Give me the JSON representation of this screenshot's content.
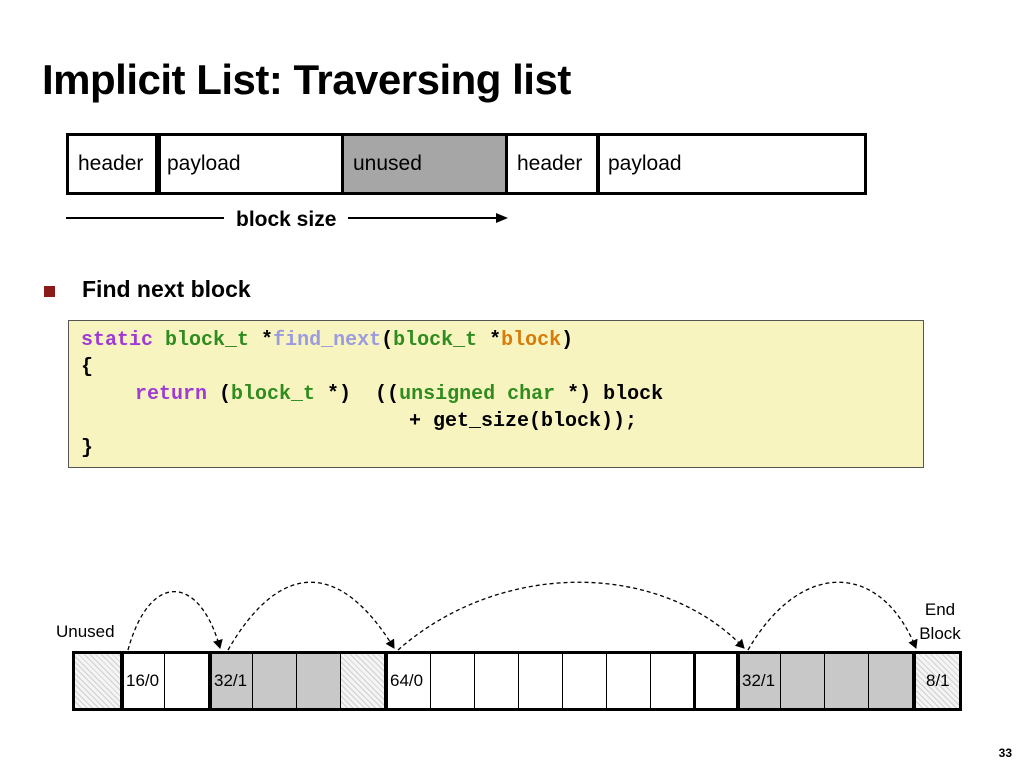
{
  "title": "Implicit List: Traversing list",
  "layout": {
    "header1": "header",
    "payload1": "payload",
    "unused": "unused",
    "header2": "header",
    "payload2": "payload",
    "block_size": "block size"
  },
  "bullet": "Find next block",
  "code": {
    "line1": {
      "kw": "static",
      "type": "block_t",
      "star": " *",
      "fn": "find_next",
      "open": "(",
      "ptype": "block_t",
      "pstar": " *",
      "arg": "block",
      "close": ")"
    },
    "line2": "{",
    "line3": {
      "kw": "return",
      "open": " (",
      "type": "block_t",
      "cast_end": " *)  ((",
      "utype": "unsigned char",
      "rest": " *) block"
    },
    "line4": "+ get_size(block));",
    "line5": "}"
  },
  "heap": {
    "unused_label": "Unused",
    "end_label_line1": "End",
    "end_label_line2": "Block",
    "cells": [
      "",
      "16/0",
      "",
      "32/1",
      "",
      "",
      "",
      "64/0",
      "",
      "",
      "",
      "",
      "",
      "",
      "",
      "32/1",
      "",
      "",
      "",
      "8/1"
    ]
  },
  "colors": {
    "keyword": "#a03ad6",
    "type": "#2f8c1f",
    "function_name": "#9b9be0",
    "argument": "#d97b0a",
    "code_background": "#f8f4c0",
    "allocated_block": "#c8c8c8",
    "unused_segment": "#a6a6a6",
    "bullet": "#8b1a1a"
  },
  "page_number": "33"
}
